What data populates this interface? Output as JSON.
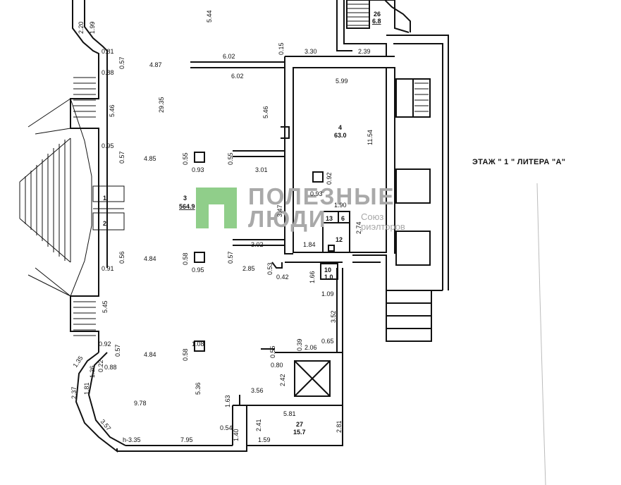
{
  "floor_title": "ЭТАЖ \" 1 \" ЛИТЕРА \"А\"",
  "watermark": {
    "line1": "ПОЛЕЗНЫЕ",
    "line2": "ЛЮДИ",
    "sub1": "Союз",
    "sub2": "риэлторов",
    "logo_color": "#7cc576",
    "text_color": "#a9a9a9"
  },
  "rooms": {
    "r26": {
      "num": "26",
      "area": "6.8"
    },
    "r3": {
      "num": "3",
      "area": "564.9"
    },
    "r4": {
      "num": "4",
      "area": "63.0"
    },
    "r12": {
      "num": "12"
    },
    "r13": {
      "num": "13"
    },
    "r6": {
      "num": "6"
    },
    "r10": {
      "num": "10",
      "area": "1.0"
    },
    "r27": {
      "num": "27",
      "area": "15.7"
    },
    "stair1": {
      "num": "1"
    },
    "stair2": {
      "num": "2"
    }
  },
  "dims": {
    "d544": "5.44",
    "d220": "2.20",
    "d199": "1.99",
    "d081": "0.81",
    "d057a": "0.57",
    "d088a": "0.88",
    "d487": "4.87",
    "d602a": "6.02",
    "d015": "0.15",
    "d330": "3.30",
    "d239": "2.39",
    "d602b": "6.02",
    "d599": "5.99",
    "d546a": "5.46",
    "d2935": "29.35",
    "d546b": "5.46",
    "d1154": "11.54",
    "d095a": "0.95",
    "d057b": "0.57",
    "d485": "4.85",
    "d055a": "0.55",
    "d093a": "0.93",
    "d055b": "0.55",
    "d301": "3.01",
    "d092": "0.92",
    "d093b": "0.93",
    "d190": "1.90",
    "d347": "3.47",
    "d274": "2.74",
    "d184": "1.84",
    "d302": "3.02",
    "d056": "0.56",
    "d484a": "4.84",
    "d058a": "0.58",
    "d057c": "0.57",
    "d091": "0.91",
    "d095b": "0.95",
    "d285": "2.85",
    "d053": "0.53",
    "d042": "0.42",
    "d166": "1.66",
    "d109": "1.09",
    "d545": "5.45",
    "d352": "3.52",
    "d065": "0.65",
    "d206": "2.06",
    "d039": "0.39",
    "d092b": "0.92",
    "d057d": "0.57",
    "d484b": "4.84",
    "d058b": "0.58",
    "d108": "1.08",
    "d055c": "0.55",
    "d135": "1.35",
    "d136": "1.36",
    "d022": "0.22",
    "d088b": "0.88",
    "d080": "0.80",
    "d242": "2.42",
    "d237": "2.37",
    "d181": "1.81",
    "d978": "9.78",
    "d536": "5.36",
    "d356": "3.56",
    "d163": "1.63",
    "d581": "5.81",
    "d357": "3.57",
    "d054": "0.54",
    "d241": "2.41",
    "d281": "2.81",
    "dh335": "h-3.35",
    "d795": "7.95",
    "d140": "1.40",
    "d159": "1.59"
  }
}
